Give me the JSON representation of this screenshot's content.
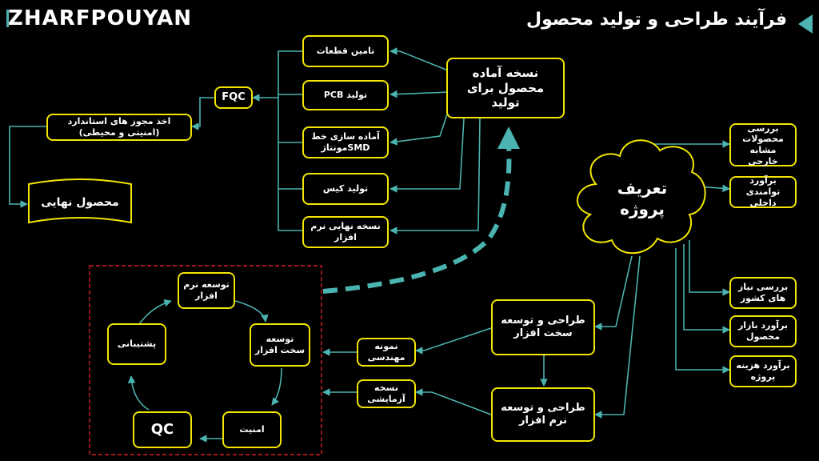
{
  "brand": {
    "logo_text": "ZHARFPOUYAN"
  },
  "header": {
    "title": "فرآیند طراحی و تولید محصول"
  },
  "colors": {
    "accent": "#4bb3b0",
    "box_border": "#f2e600",
    "cycle_border": "#d42020",
    "background": "#000000"
  },
  "production": {
    "ready_version": "نسخه آماده محصول برای تولید",
    "parts_supply": "تامین قطعات",
    "pcb": "تولید PCB",
    "smd": "آماده سازی خط SMDمونتاژ",
    "case": "تولید کیس",
    "final_software": "نسخه نهایی نرم افزار",
    "fqc": "FQC",
    "standards": "اخذ مجوز های استاندارد (امنیتی و محیطی)",
    "final_product": "محصول نهایی"
  },
  "definition": {
    "project_definition": "تعریف پروژه",
    "foreign_similar": "بررسی محصولات مشابه خارجی",
    "internal_capability": "برآورد توامندی داخلی",
    "country_needs": "بررسی نیاز های کشور",
    "market_estimate": "برآورد بازار محصول",
    "cost_estimate": "برآورد هزینه پروژه"
  },
  "development": {
    "hardware_design": "طراحی و توسعه سخت افزار",
    "software_design": "طراحی و توسعه نرم افزار",
    "engineering_sample": "نمونه مهندسی",
    "test_version": "نسخه آزمایشی"
  },
  "cycle": {
    "software_dev": "توسعه نرم افزار",
    "hardware_dev": "توسعه سخت افزار",
    "security": "امنیت",
    "qc": "QC",
    "support": "پشتیبانی"
  }
}
